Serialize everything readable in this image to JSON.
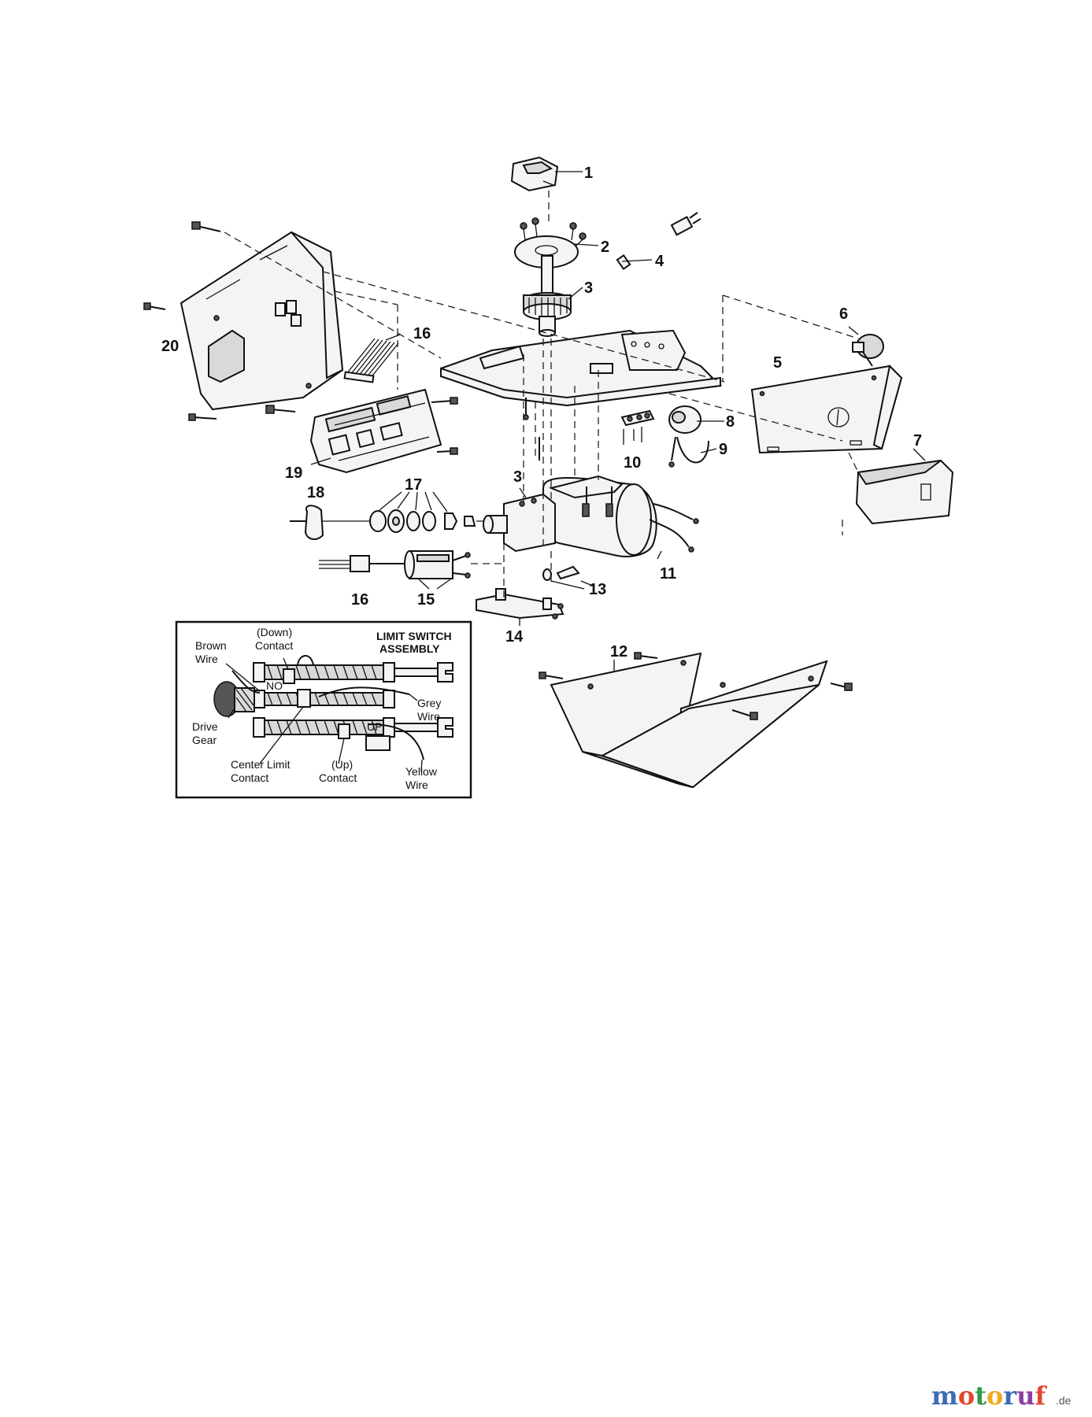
{
  "callouts": [
    "1",
    "2",
    "3",
    "4",
    "6",
    "5",
    "8",
    "7",
    "9",
    "10",
    "16",
    "20",
    "19",
    "18",
    "17",
    "3",
    "11",
    "13",
    "15",
    "16",
    "14",
    "12"
  ],
  "inset": {
    "title_line1": "LIMIT SWITCH",
    "title_line2": "ASSEMBLY",
    "labels": [
      "Brown",
      "Wire",
      "(Down)",
      "Contact",
      "Grey",
      "Wire",
      "Drive",
      "Gear",
      "Center Limit",
      "Contact",
      "(Up)",
      "Contact",
      "Yellow",
      "Wire"
    ],
    "marks": [
      "NO",
      "UP"
    ]
  },
  "watermark": {
    "brand": "motoruf",
    "tld": ".de"
  },
  "colors": {
    "ink": "#111111",
    "paper": "#ffffff",
    "watermark": [
      "#3b6db3",
      "#e2472e",
      "#2e9a46",
      "#f0a81c",
      "#3b6db3",
      "#8b3fa0",
      "#e2472e"
    ]
  }
}
